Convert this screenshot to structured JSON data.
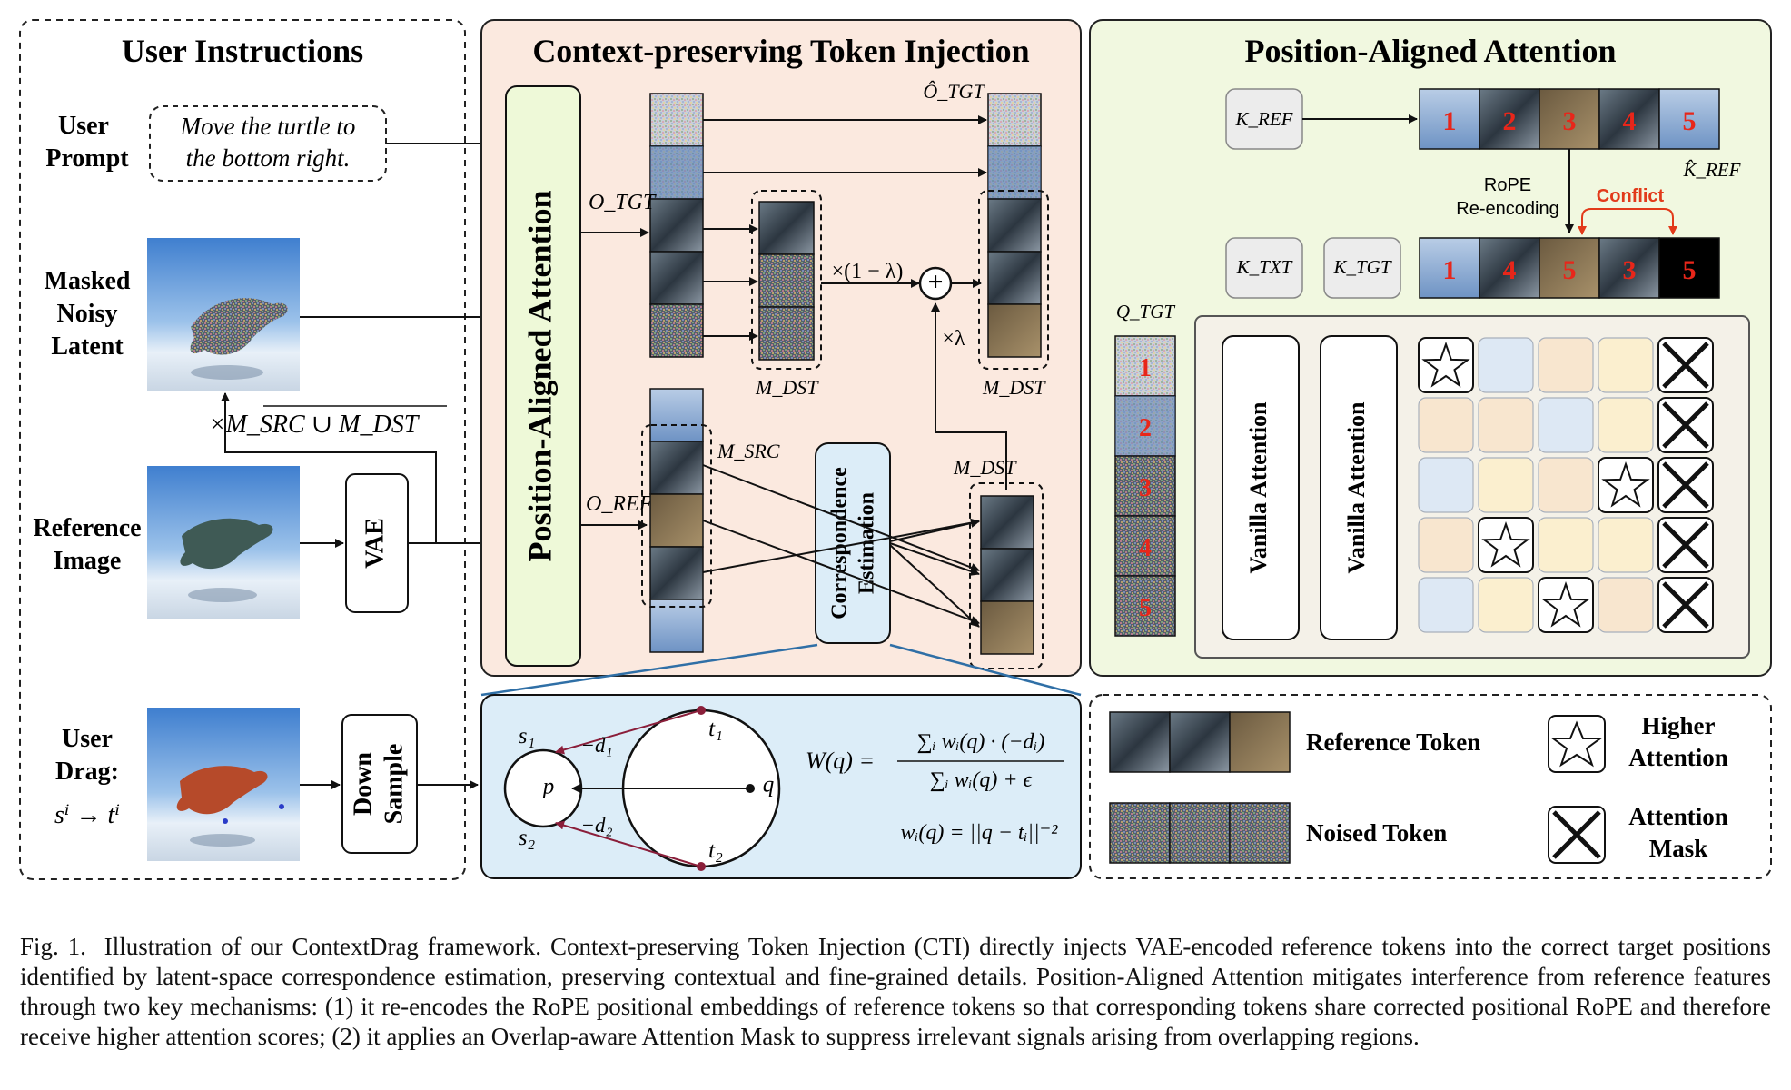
{
  "panels": {
    "user_instructions": {
      "title": "User Instructions",
      "user_prompt_label": [
        "User",
        "Prompt"
      ],
      "prompt_text": [
        "Move the turtle to",
        "the bottom right."
      ],
      "masked_noisy_latent_label": [
        "Masked",
        "Noisy",
        "Latent"
      ],
      "mask_expr": "×M_SRC ∪ M_DST",
      "reference_image_label": [
        "Reference",
        "Image"
      ],
      "vae_label": "VAE",
      "user_drag_label": [
        "User",
        "Drag:"
      ],
      "drag_expr": "sⁱ → tⁱ",
      "down_sample_label": [
        "Down",
        "Sample"
      ]
    },
    "cti": {
      "title": "Context-preserving Token Injection",
      "paa_block": "Position-Aligned Attention",
      "o_tgt": "O_TGT",
      "o_tgt_hat": "Ô_TGT",
      "o_ref": "O_REF",
      "m_dst": "M_DST",
      "m_src": "M_SRC",
      "mult_one_minus_lambda": "×(1 − λ)",
      "mult_lambda": "×λ",
      "plus": "+",
      "correspondence": [
        "Correspondence",
        "Estimation"
      ]
    },
    "correspondence_detail": {
      "s1": "s₁",
      "s2": "s₂",
      "t1": "t₁",
      "t2": "t₂",
      "p": "p",
      "q": "q",
      "neg_d1": "−d₁",
      "neg_d2": "−d₂",
      "w_formula_lhs": "W(q) =",
      "w_formula_num": "∑ᵢ wᵢ(q) · (−dᵢ)",
      "w_formula_den": "∑ᵢ wᵢ(q) + ϵ",
      "wi_formula": "wᵢ(q) = ||q − tᵢ||⁻²"
    },
    "paa": {
      "title": "Position-Aligned Attention",
      "k_ref": "K_REF",
      "k_ref_hat": "K̂_REF",
      "k_txt": "K_TXT",
      "k_tgt": "K_TGT",
      "q_tgt": "Q_TGT",
      "rope": [
        "RoPE",
        "Re-encoding"
      ],
      "conflict": "Conflict",
      "k_ref_numbers": [
        "1",
        "2",
        "3",
        "4",
        "5"
      ],
      "k_ref_hat_numbers": [
        "1",
        "4",
        "5",
        "3",
        "5"
      ],
      "q_tgt_numbers": [
        "1",
        "2",
        "3",
        "4",
        "5"
      ],
      "vanilla_attention": "Vanilla Attention",
      "matrix": [
        [
          "star",
          "blue",
          "tan",
          "yellow",
          "x"
        ],
        [
          "tan",
          "tan",
          "blue",
          "yellow",
          "x"
        ],
        [
          "blue",
          "yellow",
          "tan",
          "star",
          "x"
        ],
        [
          "tan",
          "star",
          "yellow",
          "yellow",
          "x"
        ],
        [
          "blue",
          "yellow",
          "star",
          "tan",
          "x"
        ]
      ]
    },
    "legend": {
      "reference_token": "Reference Token",
      "noised_token": "Noised Token",
      "higher_attention": [
        "Higher",
        "Attention"
      ],
      "attention_mask": [
        "Attention",
        "Mask"
      ]
    }
  },
  "caption": {
    "label": "Fig. 1.",
    "text": "Illustration of our ContextDrag framework. Context-preserving Token Injection (CTI) directly injects VAE-encoded reference tokens into the correct target positions identified by latent-space correspondence estimation, preserving contextual and fine-grained details. Position-Aligned Attention mitigates interference from reference features through two key mechanisms: (1) it re-encodes the RoPE positional embeddings of reference tokens so that corresponding tokens share corrected positional RoPE and therefore receive higher attention scores; (2) it applies an Overlap-aware Attention Mask to suppress irrelevant signals arising from overlapping regions."
  },
  "colors": {
    "cti_bg": "#fbe9df",
    "paa_bg": "#f1f8e0",
    "paa_block": "#eef9d8",
    "corr_bg": "#dcedf8",
    "corr_border": "#2f6fa6",
    "arrow_red": "#8a1e3a",
    "conflict_red": "#e23a1a",
    "number_red": "#e8261a",
    "cell_blue": "#dde8f4",
    "cell_tan": "#f8e6cf",
    "cell_yellow": "#fbefcf"
  }
}
